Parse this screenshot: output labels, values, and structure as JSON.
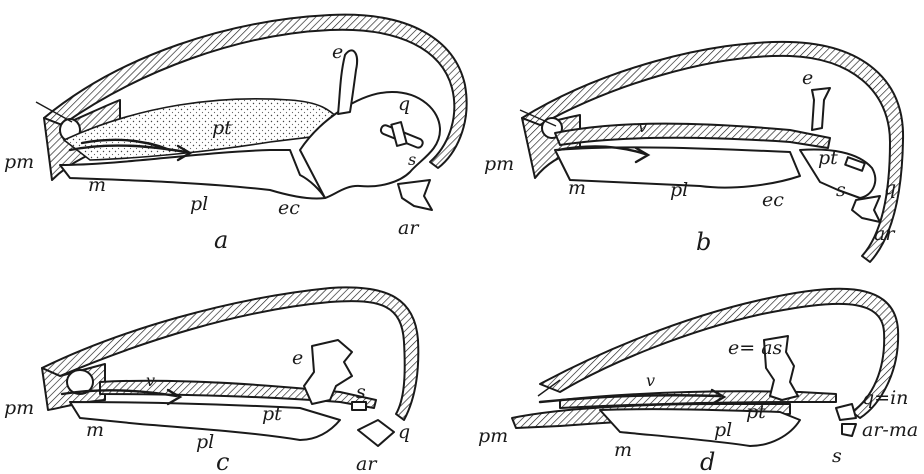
{
  "panels": [
    {
      "id": "a",
      "caption": "a",
      "labels": {
        "pm": "pm",
        "m": "m",
        "pl": "pl",
        "pt": "pt",
        "ec": "ec",
        "e": "e",
        "q": "q",
        "s": "s",
        "ar": "ar"
      }
    },
    {
      "id": "b",
      "caption": "b",
      "labels": {
        "pm": "pm",
        "m": "m",
        "pl": "pl",
        "pt": "pt",
        "ec": "ec",
        "e": "e",
        "q": "q",
        "s": "s",
        "ar": "ar",
        "v": "v"
      }
    },
    {
      "id": "c",
      "caption": "c",
      "labels": {
        "pm": "pm",
        "m": "m",
        "pl": "pl",
        "pt": "pt",
        "e": "e",
        "q": "q",
        "s": "s",
        "ar": "ar",
        "v": "v"
      }
    },
    {
      "id": "d",
      "caption": "d",
      "labels": {
        "pm": "pm",
        "m": "m",
        "pl": "pl",
        "pt": "pt",
        "e_as": "e= as",
        "q_in": "q=in",
        "ar_ma": "ar-ma",
        "s": "s",
        "v": "v"
      }
    }
  ]
}
